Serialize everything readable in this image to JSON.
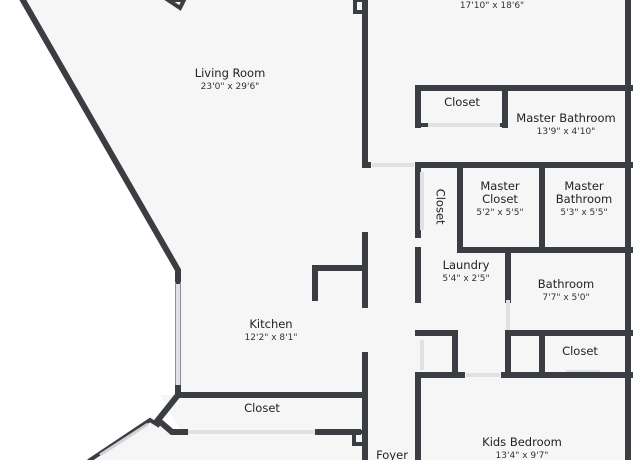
{
  "rooms": {
    "master_bedroom": {
      "dims": "17'10\" x 18'6\""
    },
    "living_room": {
      "name": "Living Room",
      "dims": "23'0\" x 29'6\""
    },
    "closet_top": {
      "name": "Closet"
    },
    "master_bathroom_a": {
      "name": "Master Bathroom",
      "dims": "13'9\" x 4'10\""
    },
    "closet_vertical": {
      "name": "Closet"
    },
    "master_closet": {
      "name_line1": "Master",
      "name_line2": "Closet",
      "dims": "5'2\" x 5'5\""
    },
    "master_bathroom_b": {
      "name_line1": "Master",
      "name_line2": "Bathroom",
      "dims": "5'3\" x 5'5\""
    },
    "laundry": {
      "name": "Laundry",
      "dims": "5'4\" x 2'5\""
    },
    "bathroom": {
      "name": "Bathroom",
      "dims": "7'7\" x 5'0\""
    },
    "closet_right": {
      "name": "Closet"
    },
    "kitchen": {
      "name": "Kitchen",
      "dims": "12'2\" x 8'1\""
    },
    "closet_bottom": {
      "name": "Closet"
    },
    "kids_bedroom": {
      "name": "Kids Bedroom",
      "dims": "13'4\" x 9'7\""
    },
    "foyer": {
      "name": "Foyer"
    }
  }
}
